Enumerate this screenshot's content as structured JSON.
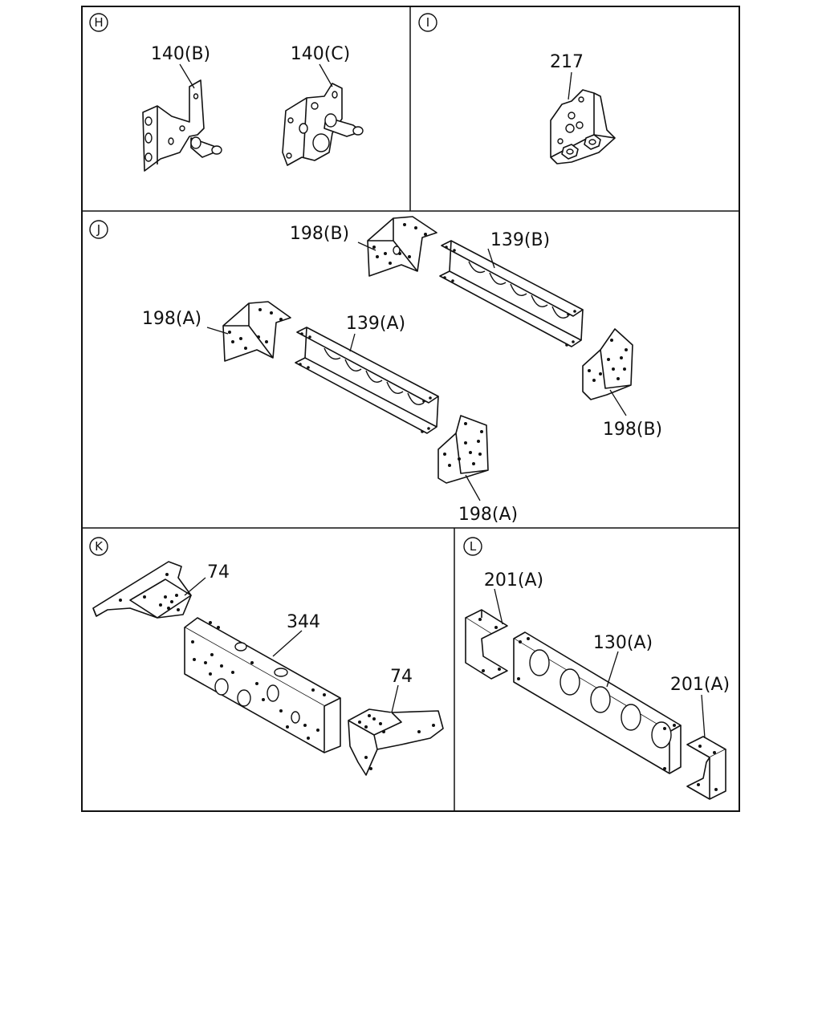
{
  "sections": {
    "h": {
      "letter": "H",
      "labels": [
        "140(B)",
        "140(C)"
      ]
    },
    "i": {
      "letter": "I",
      "labels": [
        "217"
      ]
    },
    "j": {
      "letter": "J",
      "labels": [
        "198(B)",
        "139(B)",
        "198(A)",
        "139(A)",
        "198(B)",
        "198(A)"
      ]
    },
    "k": {
      "letter": "K",
      "labels": [
        "74",
        "344",
        "74"
      ]
    },
    "l": {
      "letter": "L",
      "labels": [
        "201(A)",
        "130(A)",
        "201(A)"
      ]
    }
  }
}
